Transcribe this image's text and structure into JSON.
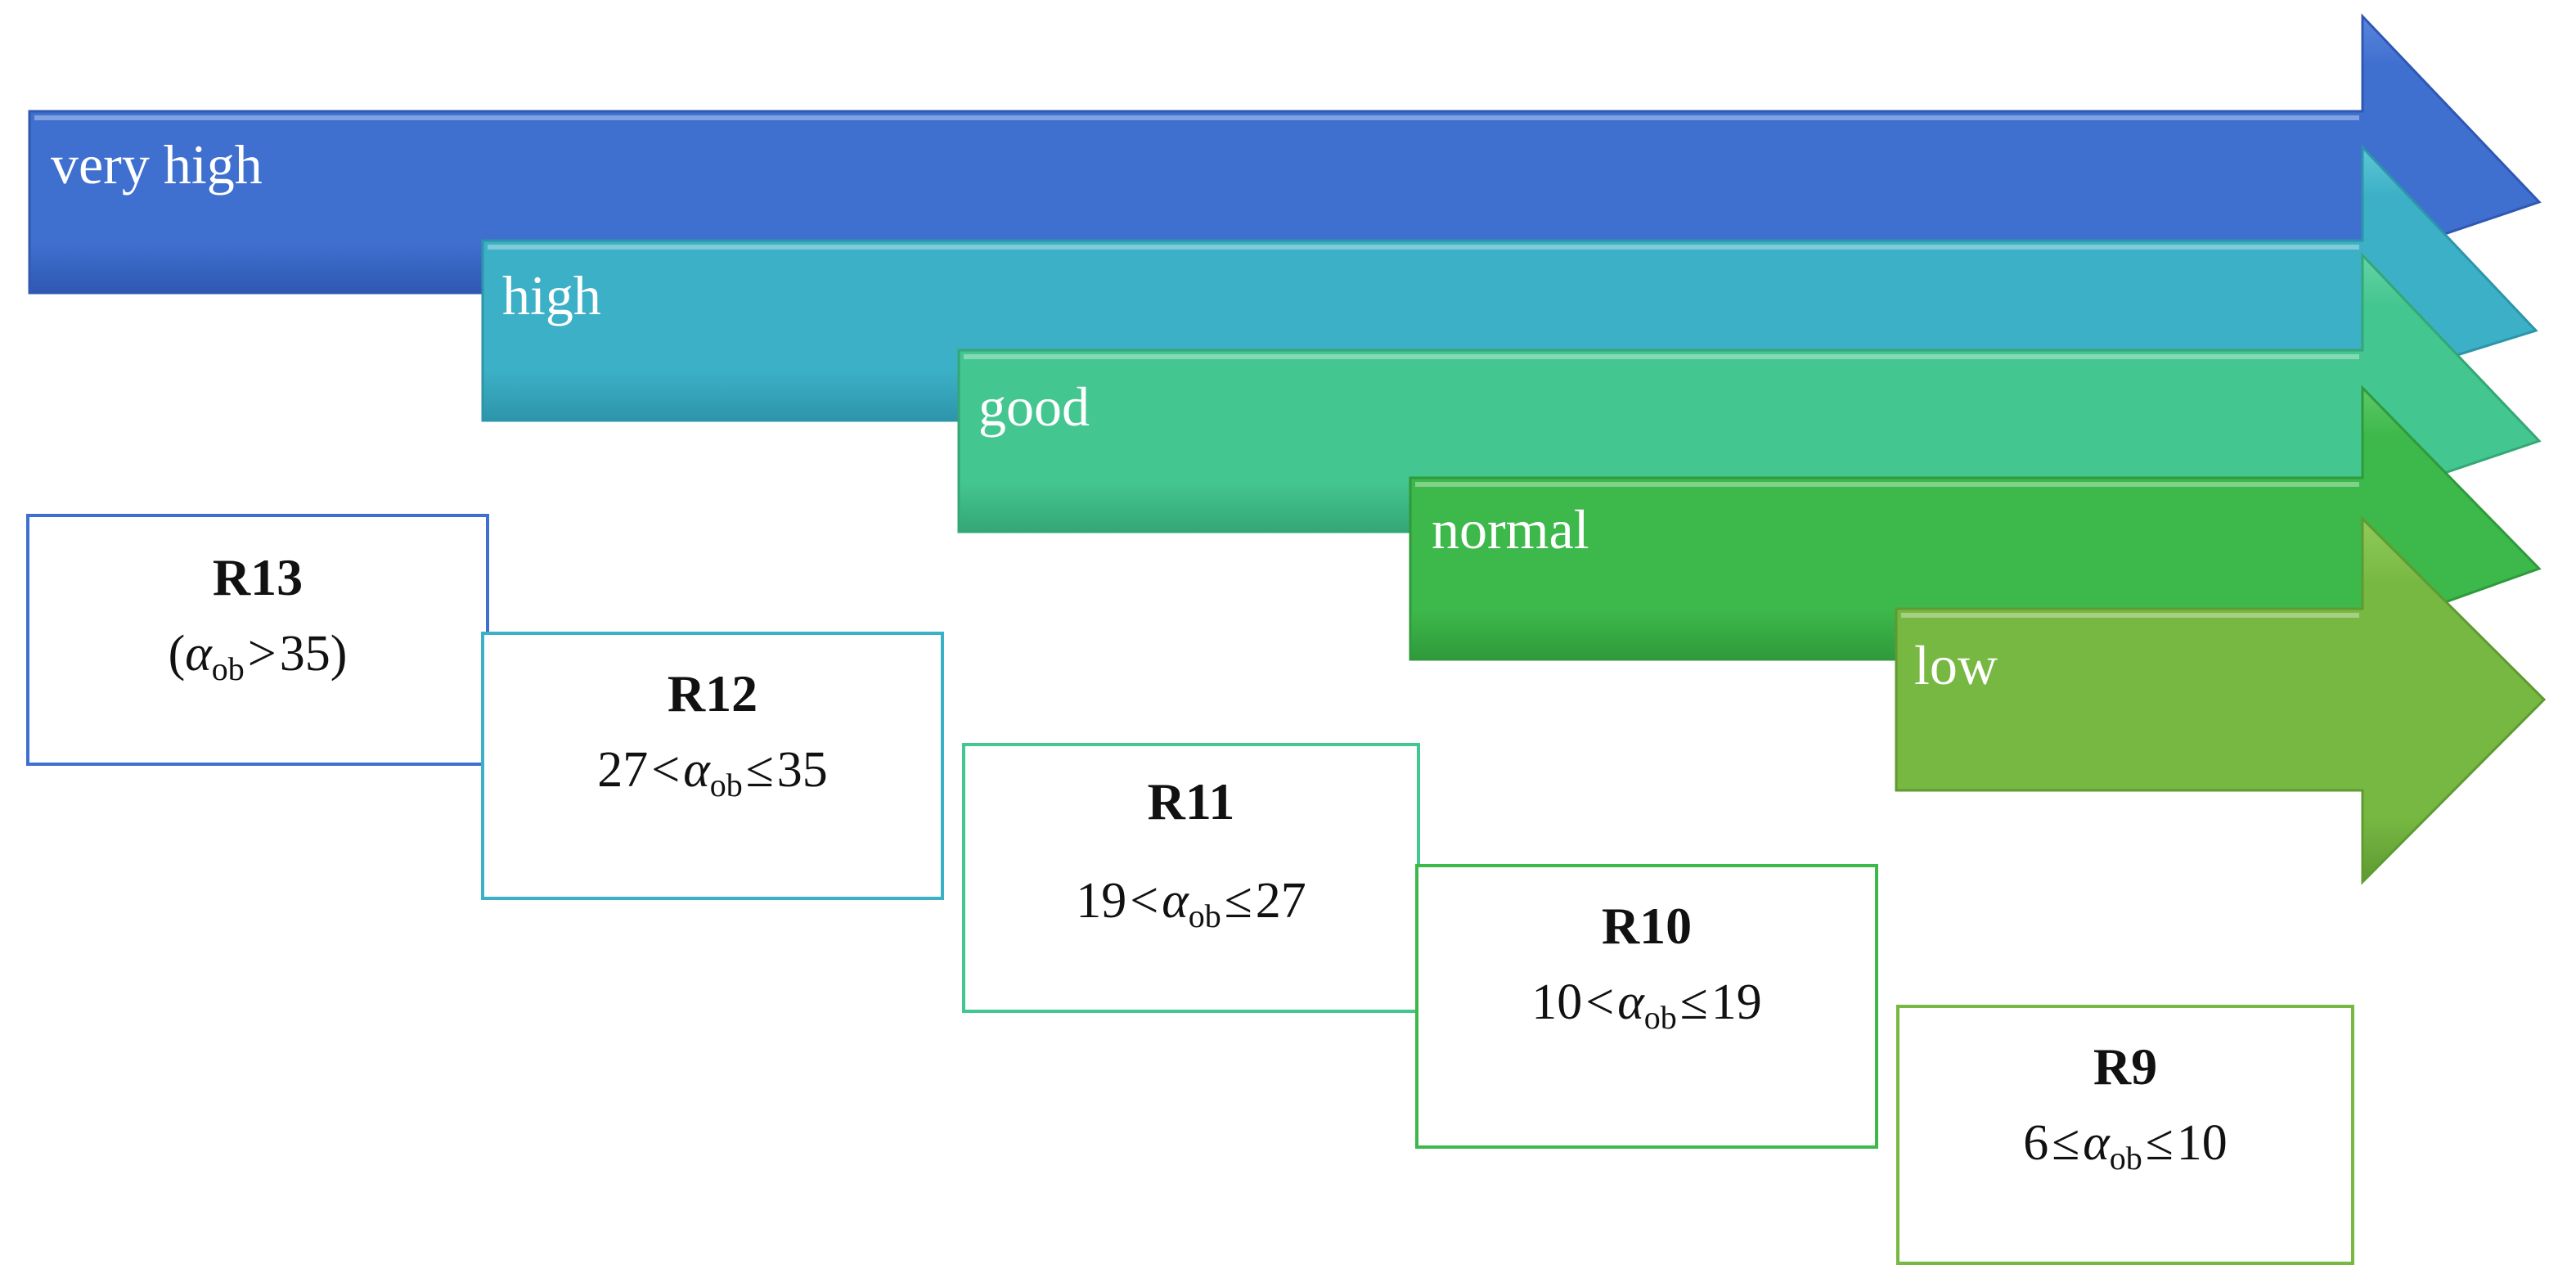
{
  "arrows": [
    {
      "label": "very high",
      "color_top": "#5a85dd",
      "color_main": "#3f6fcf",
      "color_dark": "#2f58b3"
    },
    {
      "label": "high",
      "color_top": "#5fc6d6",
      "color_main": "#3cb0c6",
      "color_dark": "#2d95aa"
    },
    {
      "label": "good",
      "color_top": "#64d3a6",
      "color_main": "#44c690",
      "color_dark": "#34a775"
    },
    {
      "label": "normal",
      "color_top": "#5ec968",
      "color_main": "#3db84a",
      "color_dark": "#2f9a3b"
    },
    {
      "label": "low",
      "color_top": "#8fcb5a",
      "color_main": "#77b842",
      "color_dark": "#5f9a32"
    }
  ],
  "boxes": [
    {
      "code": "R13",
      "open": "(",
      "lower": "",
      "lower_op": "",
      "symbol": "α",
      "subscript": "ob",
      "upper_op": ">",
      "upper": "35",
      "close": ")",
      "border": "#3f6fcf"
    },
    {
      "code": "R12",
      "open": "",
      "lower": "27",
      "lower_op": "<",
      "symbol": "α",
      "subscript": "ob",
      "upper_op": "≤",
      "upper": "35",
      "close": "",
      "border": "#3cb0c6"
    },
    {
      "code": "R11",
      "open": "",
      "lower": "19",
      "lower_op": "<",
      "symbol": "α",
      "subscript": "ob",
      "upper_op": "≤",
      "upper": "27",
      "close": "",
      "border": "#44c690"
    },
    {
      "code": "R10",
      "open": "",
      "lower": "10",
      "lower_op": "<",
      "symbol": "α",
      "subscript": "ob",
      "upper_op": "≤",
      "upper": "19",
      "close": "",
      "border": "#3db84a"
    },
    {
      "code": "R9",
      "open": "",
      "lower": "6",
      "lower_op": "≤",
      "symbol": "α",
      "subscript": "ob",
      "upper_op": "≤",
      "upper": "10",
      "close": "",
      "border": "#77b842"
    }
  ]
}
